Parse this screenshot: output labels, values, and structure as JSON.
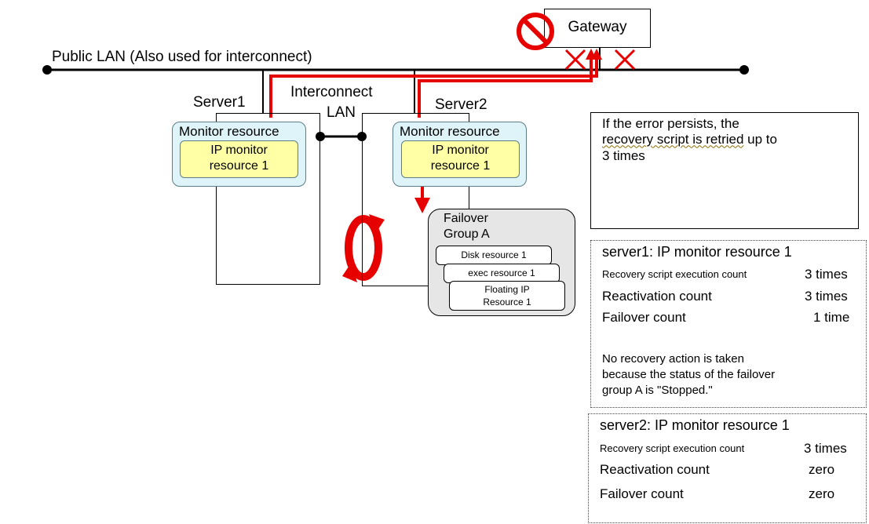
{
  "network": {
    "public_lan": "Public LAN (Also used for interconnect)",
    "interconnect_line1": "Interconnect",
    "interconnect_line2": "LAN",
    "gateway": "Gateway"
  },
  "server1": {
    "name": "Server1",
    "monitor_title": "Monitor resource",
    "ip_monitor_line1": "IP monitor",
    "ip_monitor_line2": "resource 1"
  },
  "server2": {
    "name": "Server2",
    "monitor_title": "Monitor resource",
    "ip_monitor_line1": "IP monitor",
    "ip_monitor_line2": "resource 1"
  },
  "failover_group": {
    "title_line1": "Failover",
    "title_line2": "Group A",
    "resources": [
      "Disk resource 1",
      "exec resource 1"
    ],
    "floating_ip_line1": "Floating IP",
    "floating_ip_line2": "Resource 1"
  },
  "note": {
    "text_before": "If the error persists, the",
    "text_underlined": "recovery script is retried",
    "text_after": " up to",
    "text_last": "3 times"
  },
  "status_server1": {
    "title": "server1: IP monitor resource 1",
    "rows": [
      {
        "label": "Recovery script execution count",
        "value": "3 times"
      },
      {
        "label": "Reactivation count",
        "value": "3 times"
      },
      {
        "label": "Failover count",
        "value": "1 time"
      }
    ],
    "note_lines": [
      "No recovery action is taken",
      "because the status of the failover",
      "group A is \"Stopped.\""
    ]
  },
  "status_server2": {
    "title": "server2: IP monitor resource 1",
    "rows": [
      {
        "label": "Recovery script execution count",
        "value": "3 times"
      },
      {
        "label": "Reactivation count",
        "value": "zero"
      },
      {
        "label": "Failover count",
        "value": "zero"
      }
    ]
  },
  "colors": {
    "alert_red": "#e60000",
    "monitor_fill": "#dff4f8",
    "ip_monitor_fill": "#ffffa6",
    "group_fill": "#e6e6e6"
  },
  "icons": [
    "prohibited-icon",
    "cross-mark-icon",
    "up-arrow-icon",
    "down-arrow-icon",
    "circular-arrows-icon"
  ]
}
